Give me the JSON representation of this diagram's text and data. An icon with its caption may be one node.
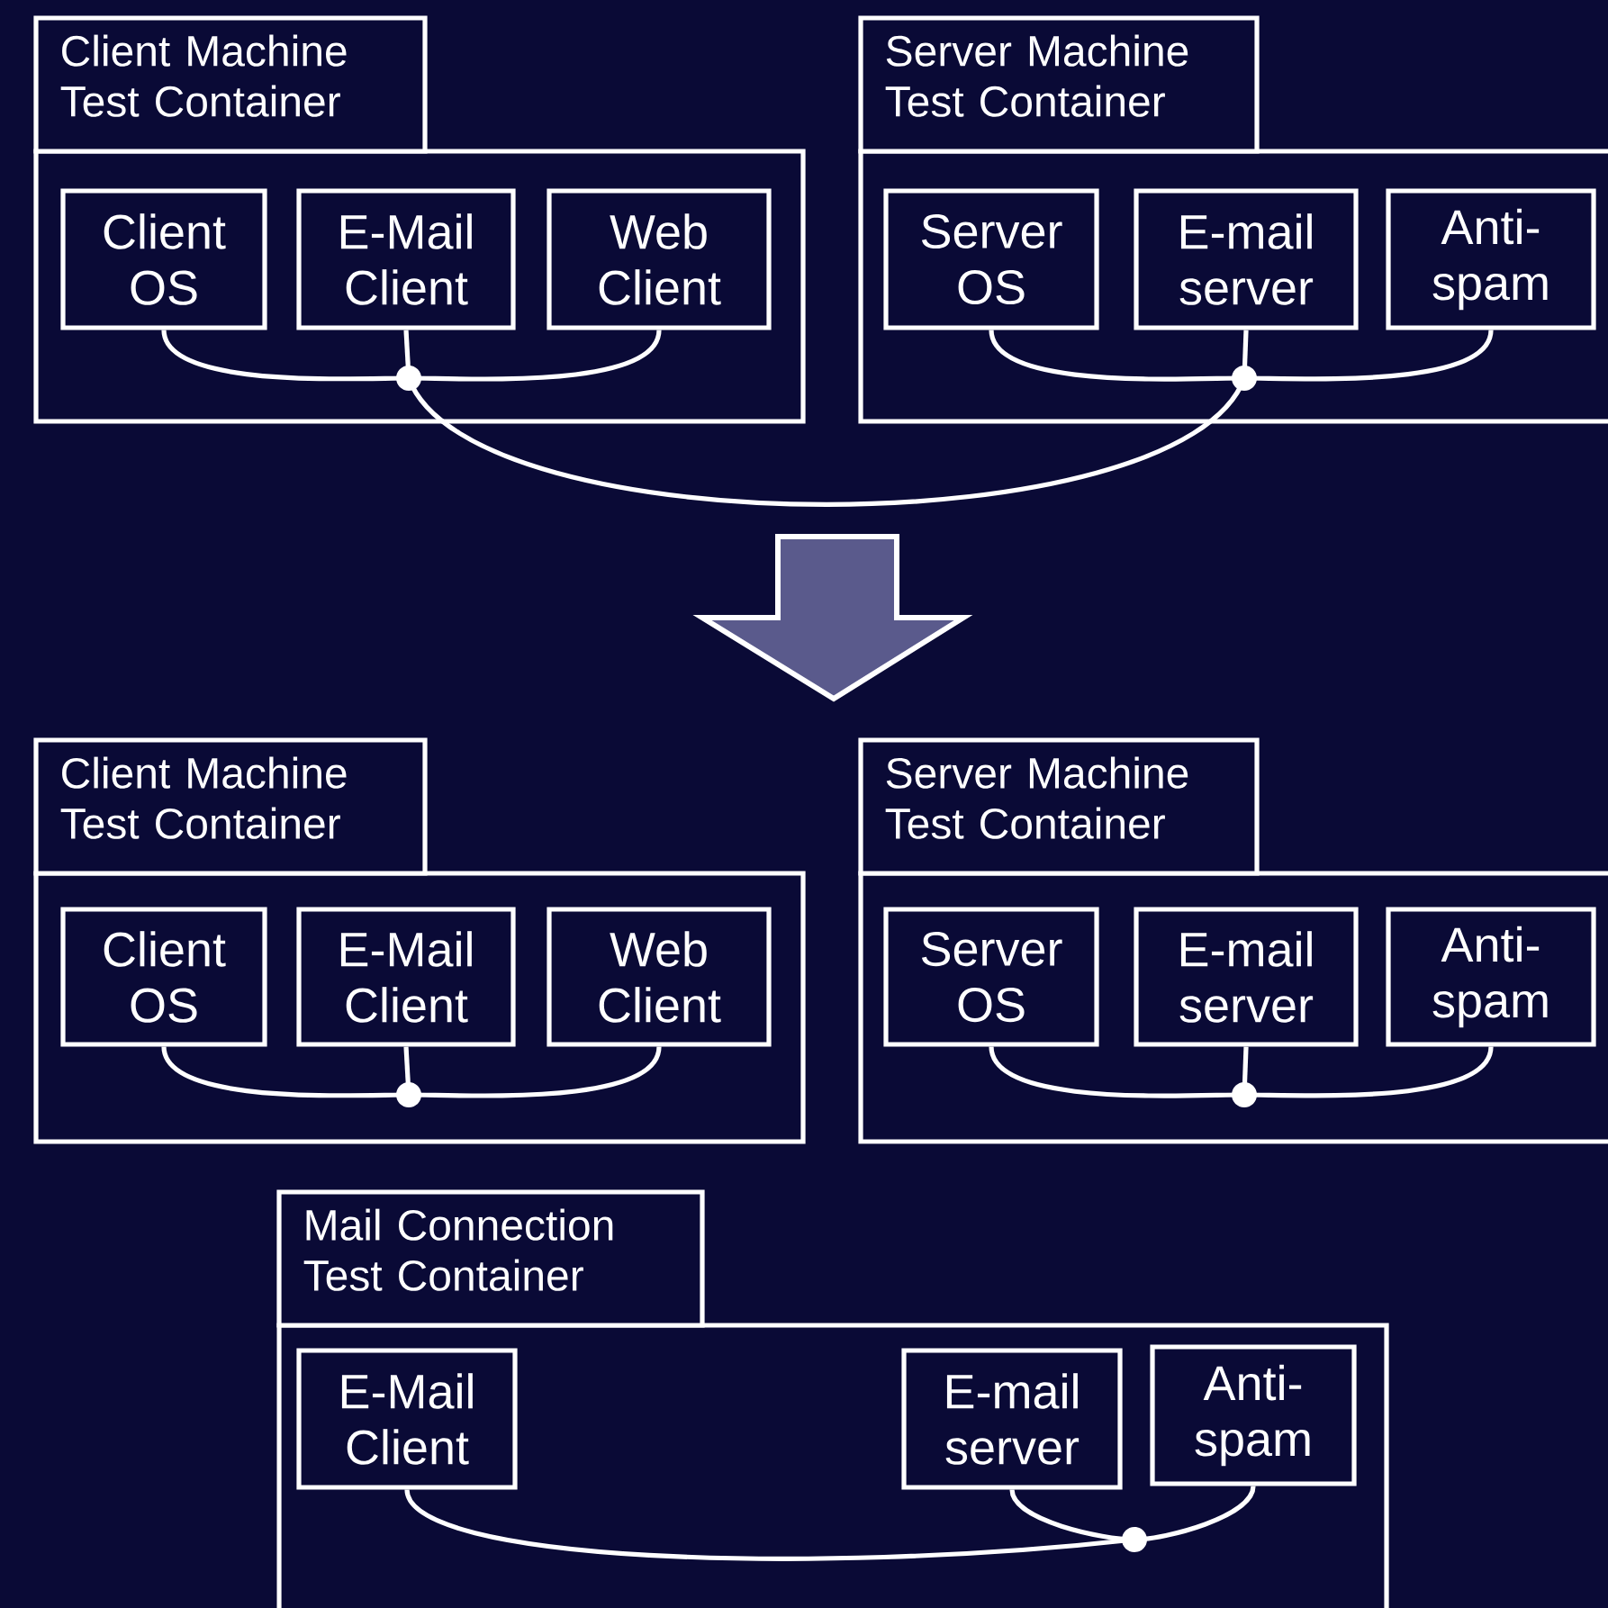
{
  "diagram": {
    "nodes": [
      {
        "text": [
          "Client Machine Test Container"
        ]
      },
      {
        "text": [
          "Client OS"
        ],
        "in": 0
      },
      {
        "text": [
          "E-Mail Client"
        ],
        "in": 0
      },
      {
        "text": [
          "Web Client"
        ],
        "in": 0
      },
      {
        "text": [],
        "shape": "circle",
        "in": 0
      },
      {
        "text": [
          "Server Machine Test Container"
        ]
      },
      {
        "text": [
          "Server OS"
        ],
        "in": 5
      },
      {
        "text": [
          "E-mail server"
        ],
        "in": 5
      },
      {
        "text": [
          "Anti-spam"
        ],
        "in": 5
      },
      {
        "text": [],
        "shape": "circle",
        "in": 5
      },
      {
        "text": [
          "Client Machine Test Container"
        ]
      },
      {
        "text": [
          "Client OS"
        ],
        "in": 10
      },
      {
        "text": [
          "E-Mail Client"
        ],
        "in": 10
      },
      {
        "text": [
          "Web Client"
        ],
        "in": 10
      },
      {
        "text": [],
        "shape": "circle",
        "in": 10
      },
      {
        "text": [
          "Server Machine Test Container"
        ]
      },
      {
        "text": [
          "Server OS"
        ],
        "in": 15
      },
      {
        "text": [
          "E-mail server"
        ],
        "in": 15
      },
      {
        "text": [
          "Anti-spam"
        ],
        "in": 15
      },
      {
        "text": [],
        "shape": "circle",
        "in": 15
      },
      {
        "text": [
          "Mail Connection Test Container"
        ]
      },
      {
        "text": [
          "E-Mail Client"
        ],
        "in": 20
      },
      {
        "text": [
          "E-mail server"
        ],
        "in": 20
      },
      {
        "text": [
          "Anti-spam"
        ],
        "in": 20
      },
      {
        "text": [],
        "shape": "circle",
        "in": 20
      }
    ],
    "edges": [
      {
        "from": 1,
        "to": 4,
        "arrow": "none"
      },
      {
        "from": 2,
        "to": 4,
        "arrow": "none"
      },
      {
        "from": 3,
        "to": 4,
        "arrow": "none"
      },
      {
        "from": 6,
        "to": 9,
        "arrow": "none"
      },
      {
        "from": 7,
        "to": 9,
        "arrow": "none"
      },
      {
        "from": 8,
        "to": 9,
        "arrow": "none"
      },
      {
        "from": 4,
        "to": 9,
        "arrow": "none"
      },
      {
        "from": 11,
        "to": 14,
        "arrow": "none"
      },
      {
        "from": 12,
        "to": 14,
        "arrow": "none"
      },
      {
        "from": 13,
        "to": 14,
        "arrow": "none"
      },
      {
        "from": 16,
        "to": 19,
        "arrow": "none"
      },
      {
        "from": 17,
        "to": 19,
        "arrow": "none"
      },
      {
        "from": 18,
        "to": 19,
        "arrow": "none"
      },
      {
        "from": 21,
        "to": 24,
        "arrow": "none"
      },
      {
        "from": 22,
        "to": 24,
        "arrow": "none"
      },
      {
        "from": 23,
        "to": 24,
        "arrow": "none"
      }
    ]
  }
}
